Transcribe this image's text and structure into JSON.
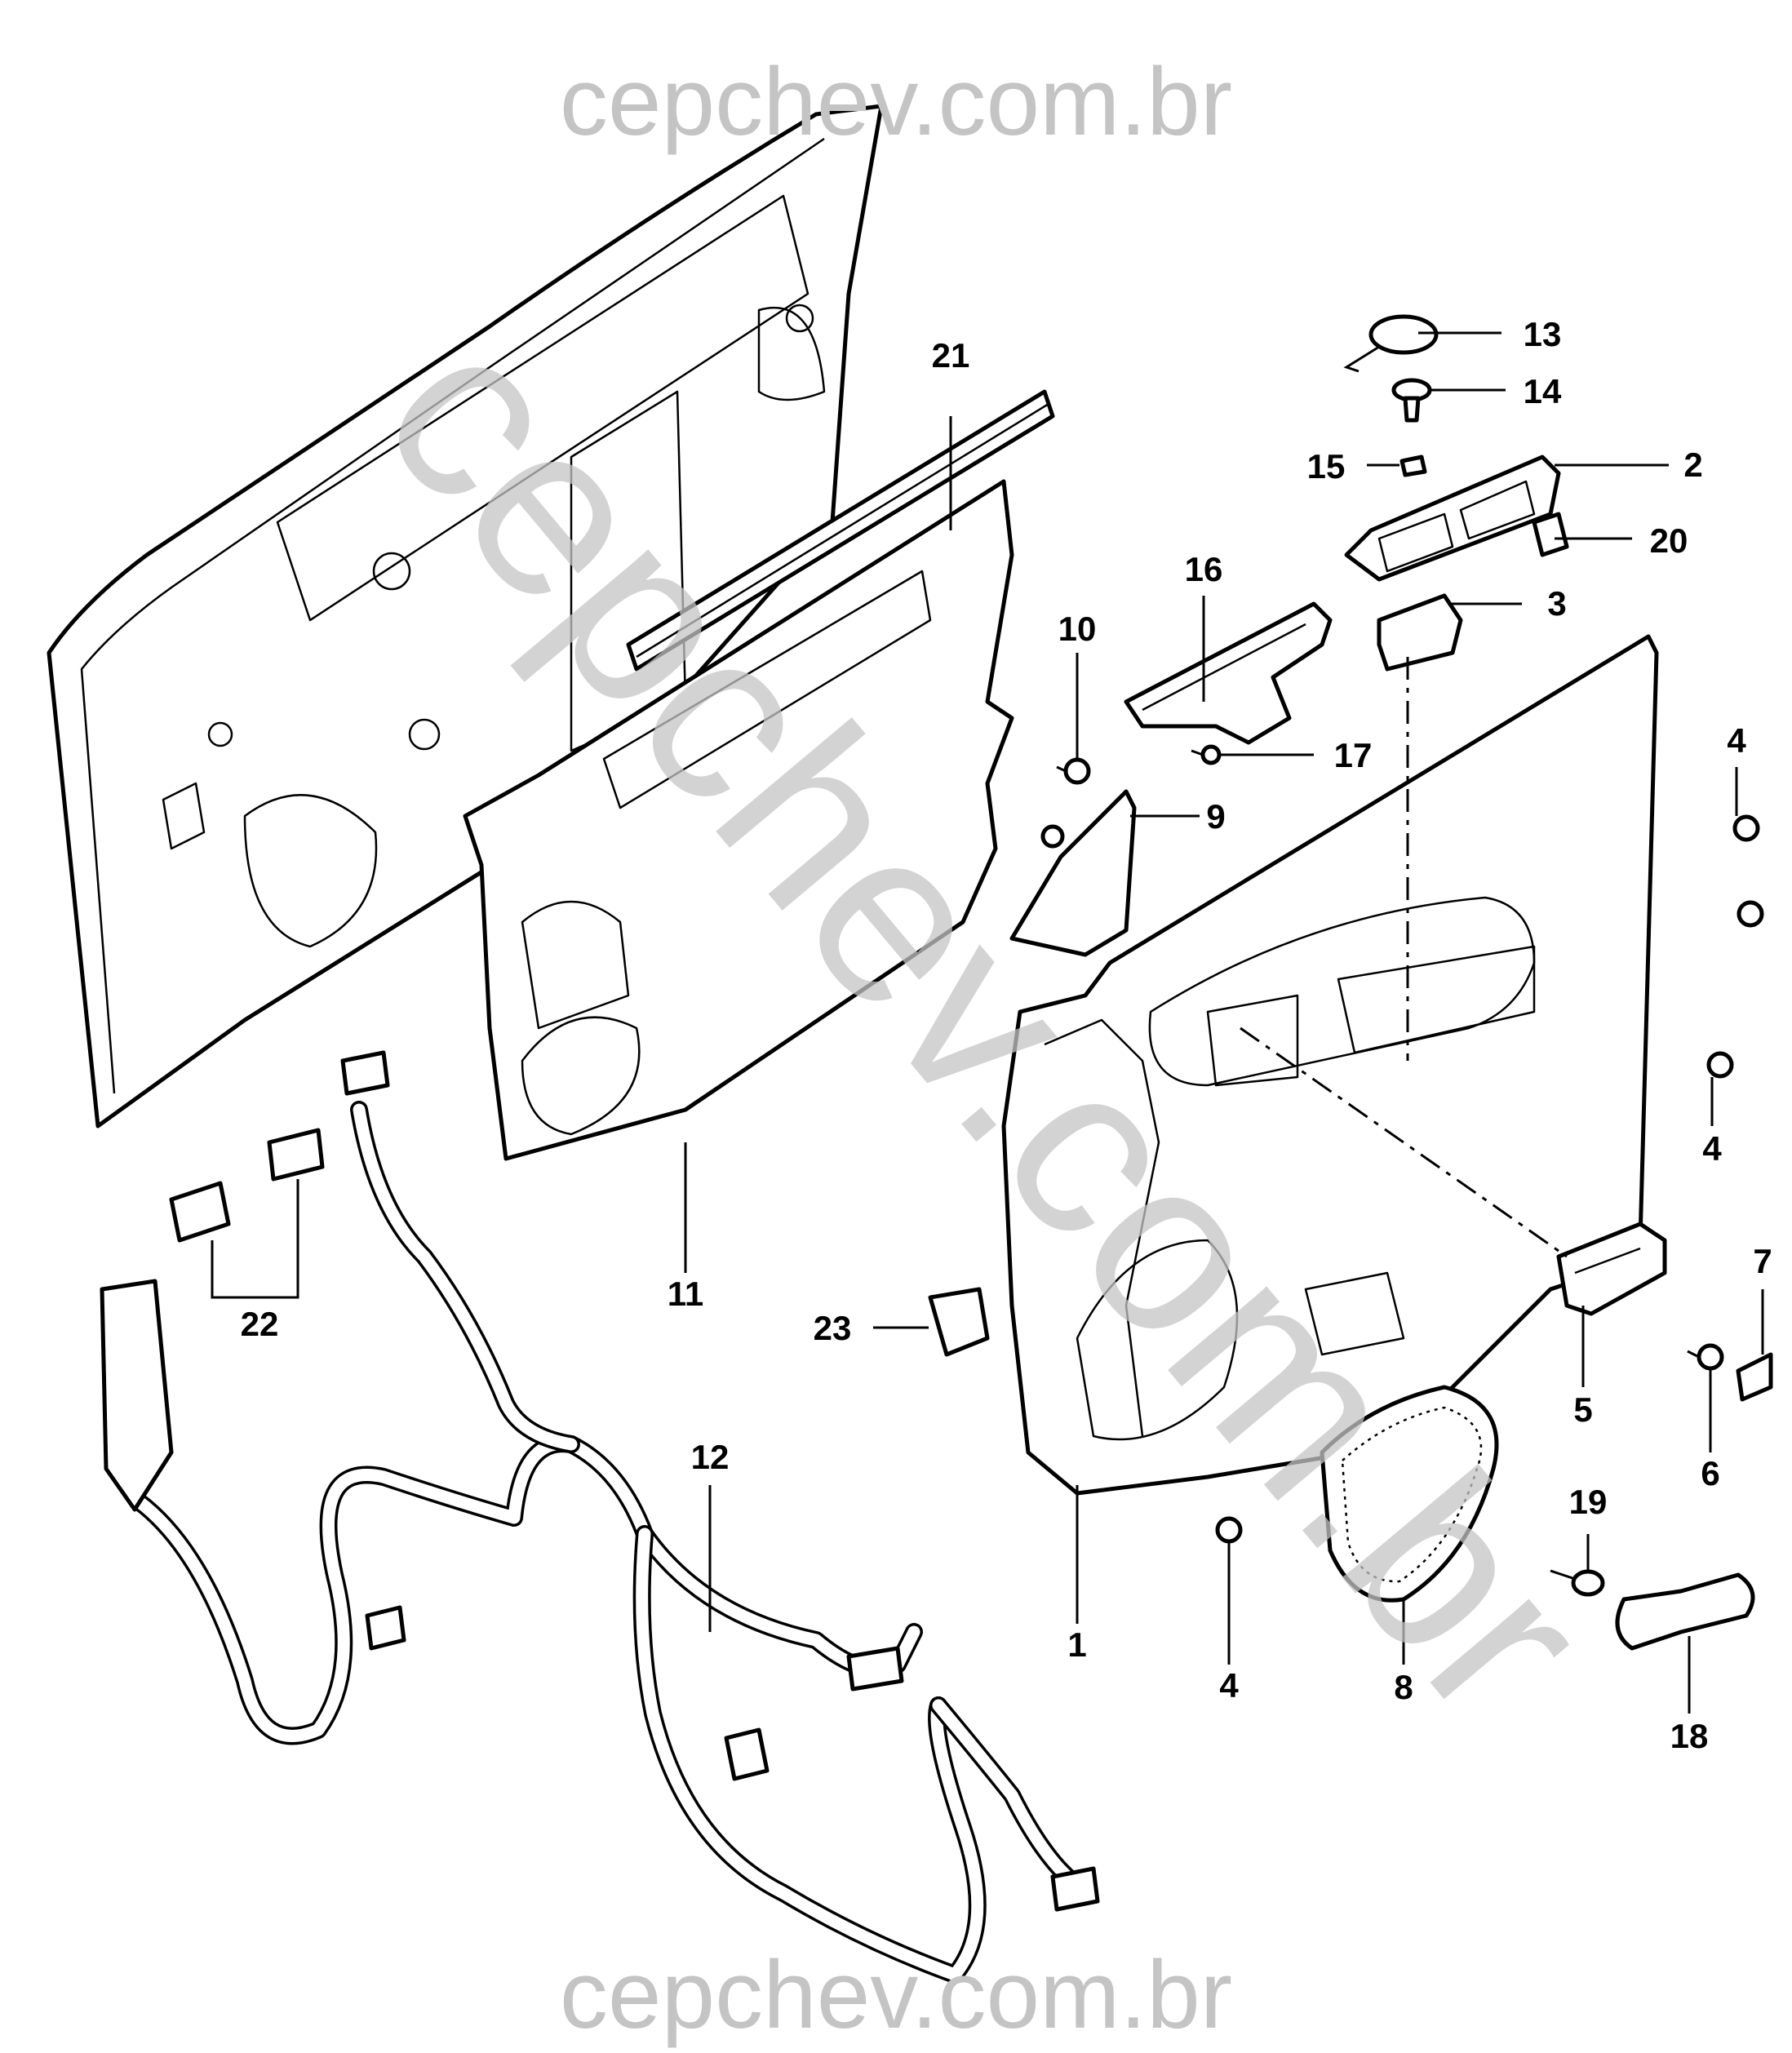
{
  "watermark": {
    "top": "cepchev.com.br",
    "bottom": "cepchev.com.br",
    "diagonal": "cepchev.com.br"
  },
  "callouts": {
    "c1": "1",
    "c2": "2",
    "c3": "3",
    "c4a": "4",
    "c4b": "4",
    "c4c": "4",
    "c5": "5",
    "c6": "6",
    "c7": "7",
    "c8": "8",
    "c9": "9",
    "c10": "10",
    "c11": "11",
    "c12": "12",
    "c13": "13",
    "c14": "14",
    "c15": "15",
    "c16": "16",
    "c17": "17",
    "c18": "18",
    "c19": "19",
    "c20": "20",
    "c21": "21",
    "c22": "22",
    "c23": "23"
  }
}
